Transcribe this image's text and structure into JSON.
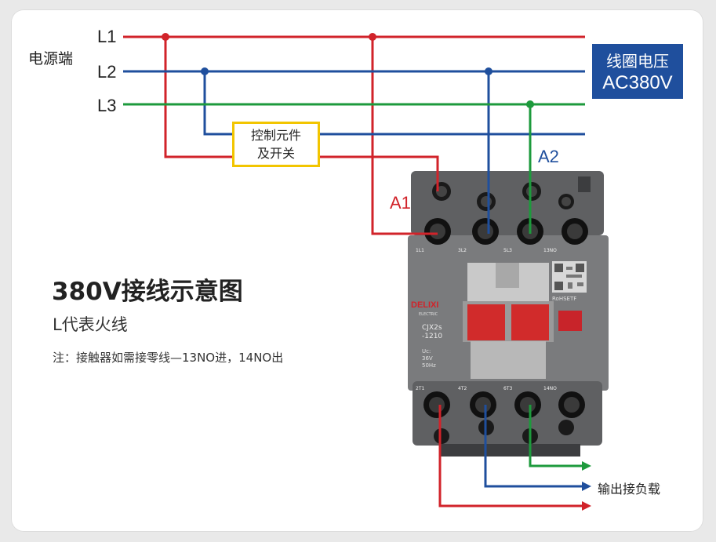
{
  "power_side_label": "电源端",
  "lines": {
    "l1": "L1",
    "l2": "L2",
    "l3": "L3"
  },
  "coil_voltage": {
    "line1": "线圈电压",
    "line2": "AC380V"
  },
  "control_box": {
    "line1": "控制元件",
    "line2": "及开关"
  },
  "coil_terminals": {
    "a1": "A1",
    "a2": "A2"
  },
  "title": "380V接线示意图",
  "subtitle": "L代表火线",
  "note": "注：接触器如需接零线—13NO进，14NO出",
  "output_label": "输出接负载",
  "contactor": {
    "brand": "DELIXI",
    "brand_sub": "ELECTRIC",
    "model_line1": "CJX2s",
    "model_line2": "-1210",
    "rating_line1": "Uc:",
    "rating_line2": "36V",
    "rating_line3": "50Hz",
    "rohs": "RoHSETF",
    "top_terminals": [
      "1L1",
      "3L2",
      "5L3",
      "13NO"
    ],
    "bottom_terminals": [
      "2T1",
      "4T2",
      "6T3",
      "14NO"
    ]
  },
  "colors": {
    "l1_red": "#d1232a",
    "l2_blue": "#1f4f9d",
    "l3_green": "#1d9a3c",
    "control_box_border": "#f2c500",
    "coil_box_bg": "#1f4f9d"
  }
}
